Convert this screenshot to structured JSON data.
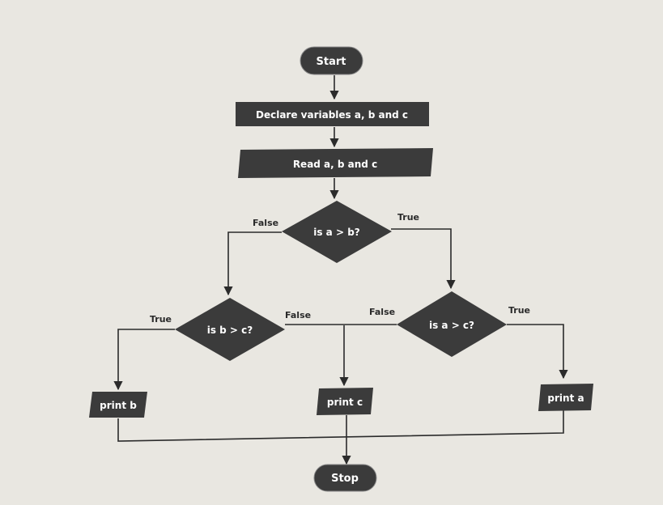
{
  "nodes": {
    "start": "Start",
    "declare": "Declare variables a, b and c",
    "read": "Read a, b and c",
    "d1": "is a > b?",
    "d2": "is b > c?",
    "d3": "is a > c?",
    "print_b": "print b",
    "print_c": "print c",
    "print_a": "print a",
    "stop": "Stop"
  },
  "edge_labels": {
    "d1_false": "False",
    "d1_true": "True",
    "d2_true": "True",
    "d2_false": "False",
    "d3_false": "False",
    "d3_true": "True"
  },
  "colors": {
    "node_fill": "#3b3b3b",
    "node_text": "#ffffff",
    "edge": "#2b2b2b",
    "background": "#e9e7e1"
  }
}
